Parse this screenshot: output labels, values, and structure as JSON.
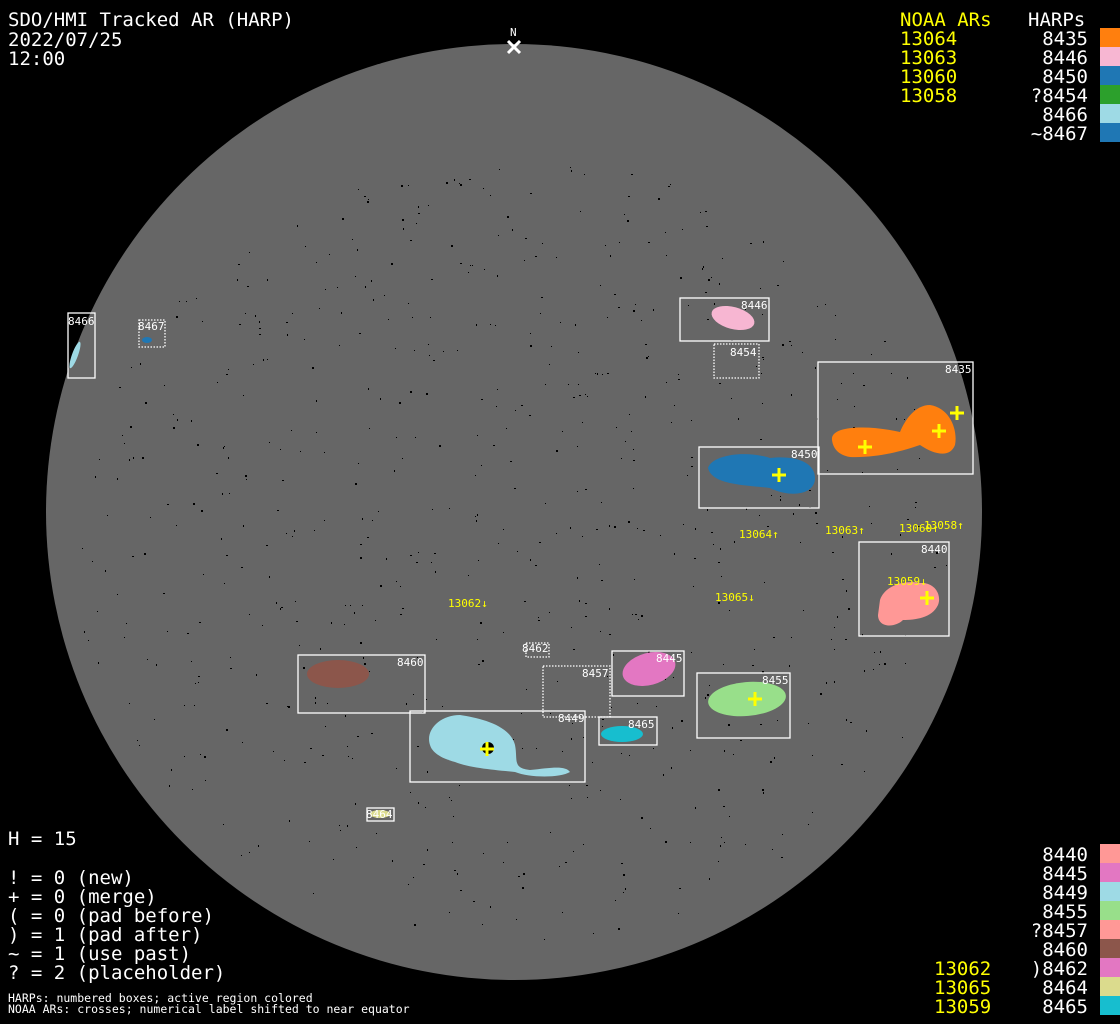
{
  "header": {
    "title": "SDO/HMI Tracked AR (HARP)",
    "date": "2022/07/25",
    "time": "12:00",
    "north": "N"
  },
  "legend_top": {
    "noaa_heading": "NOAA ARs",
    "harp_heading": "HARPs",
    "noaa": [
      "13064",
      "13063",
      "13060",
      "13058"
    ],
    "harps": [
      {
        "label": "8435",
        "color": "#ff7f0e"
      },
      {
        "label": "8446",
        "color": "#f7b6d2"
      },
      {
        "label": "8450",
        "color": "#1f77b4"
      },
      {
        "label": "?8454",
        "color": "#2ca02c"
      },
      {
        "label": "8466",
        "color": "#9edae5"
      },
      {
        "label": "~8467",
        "color": "#1f77b4"
      }
    ]
  },
  "legend_bottom": {
    "noaa": [
      "13062",
      "13065",
      "13059"
    ],
    "harps": [
      {
        "label": "8440",
        "color": "#ff9896"
      },
      {
        "label": "8445",
        "color": "#e377c2"
      },
      {
        "label": "8449",
        "color": "#9edae5"
      },
      {
        "label": "8455",
        "color": "#98df8a"
      },
      {
        "label": "?8457",
        "color": "#ff9896"
      },
      {
        "label": "8460",
        "color": "#8c564b"
      },
      {
        "label": ")8462",
        "color": "#e377c2"
      },
      {
        "label": "8464",
        "color": "#dbdb8d"
      },
      {
        "label": "8465",
        "color": "#17becf"
      }
    ]
  },
  "stats": {
    "h": "H = 15",
    "lines": [
      "! = 0 (new)",
      "+ = 0 (merge)",
      "( = 0 (pad before)",
      ") = 1 (pad after)",
      "~ = 1 (use past)",
      "? = 2 (placeholder)"
    ]
  },
  "footnote": [
    "HARPs: numbered boxes; active region colored",
    "NOAA ARs: crosses; numerical label shifted to near equator"
  ],
  "boxes": {
    "b8466": "8466",
    "b8467": "8467",
    "b8446": "8446",
    "b8454": "8454",
    "b8435": "8435",
    "b8450": "8450",
    "b8440": "8440",
    "b8460": "8460",
    "b8462": "8462",
    "b8457": "8457",
    "b8445": "8445",
    "b8455": "8455",
    "b8449": "8449",
    "b8465": "8465",
    "b8464": "8464"
  },
  "noaa_labels": {
    "n13064": "13064↑",
    "n13063": "13063↑",
    "n13060": "13060↑",
    "n13058": "13058↑",
    "n13059": "13059↓",
    "n13065": "13065↓",
    "n13062": "13062↓"
  }
}
